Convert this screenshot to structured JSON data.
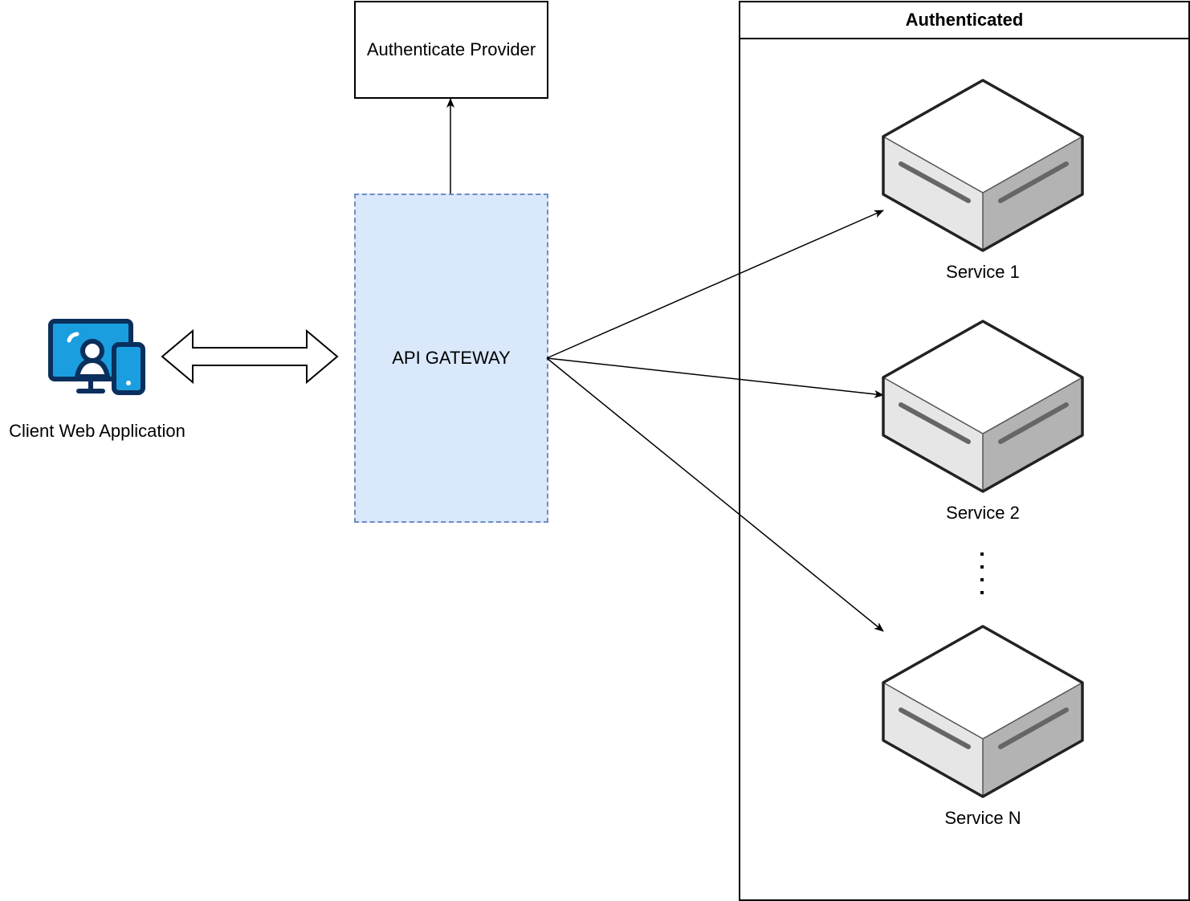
{
  "nodes": {
    "client": {
      "label": "Client Web Application",
      "icon": "desktop-mobile-user-icon"
    },
    "auth_provider": {
      "label": "Authenticate Provider"
    },
    "gateway": {
      "label": "API GATEWAY"
    },
    "container": {
      "title": "Authenticated"
    },
    "services": [
      {
        "label": "Service 1"
      },
      {
        "label": "Service 2"
      },
      {
        "label": "Service N"
      }
    ],
    "ellipsis": "vertical-dots"
  },
  "edges": [
    {
      "from": "client",
      "to": "gateway",
      "style": "double-block-arrow"
    },
    {
      "from": "gateway",
      "to": "auth_provider",
      "style": "arrow"
    },
    {
      "from": "gateway",
      "to": "Service 1",
      "style": "arrow"
    },
    {
      "from": "gateway",
      "to": "Service 2",
      "style": "arrow"
    },
    {
      "from": "gateway",
      "to": "Service N",
      "style": "arrow"
    }
  ],
  "colors": {
    "gateway_fill": "#dae8fc",
    "gateway_stroke": "#6c8ebf",
    "icon_dark": "#0a2f5c",
    "icon_blue": "#1a9ee0",
    "server_top": "#ffffff",
    "server_left": "#e6e6e6",
    "server_right": "#b3b3b3"
  }
}
